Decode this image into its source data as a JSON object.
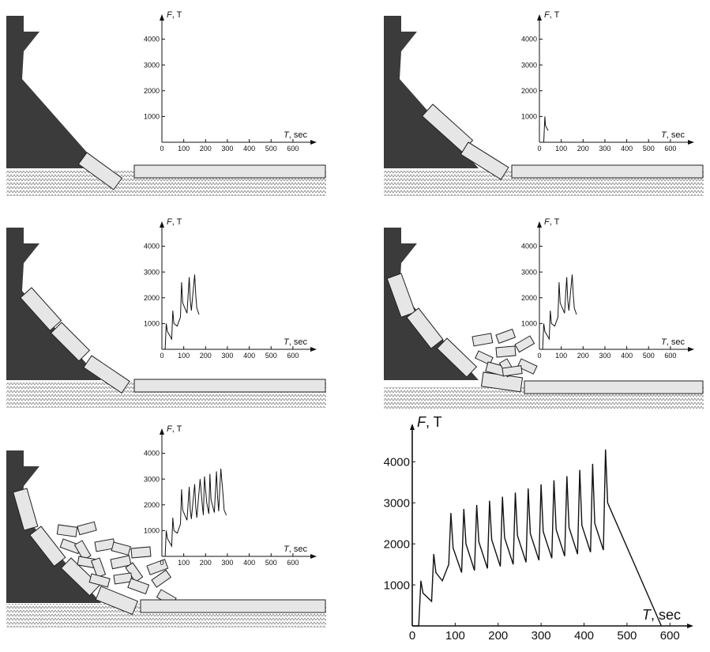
{
  "colors": {
    "wall": "#3b3b3b",
    "ice_fill": "#e6e6e6",
    "ice_stroke": "#222222",
    "plot_line": "#111111",
    "ground_hatch": "#8a8a8a"
  },
  "axis_labels": {
    "y_var": "F",
    "y_unit": ", T",
    "x_var": "T",
    "x_unit": ", sec"
  },
  "chart_data": [
    {
      "type": "line",
      "panel": "top-left",
      "xlim": [
        0,
        680
      ],
      "ylim": [
        0,
        4600
      ],
      "xticks": [
        "0",
        "100",
        "200",
        "300",
        "400",
        "500",
        "600"
      ],
      "yticks": [
        "1000",
        "2000",
        "3000",
        "4000"
      ],
      "series": [
        {
          "x": [],
          "y": []
        }
      ]
    },
    {
      "type": "line",
      "panel": "top-right",
      "xlim": [
        0,
        680
      ],
      "ylim": [
        0,
        4600
      ],
      "xticks": [
        "0",
        "100",
        "200",
        "300",
        "400",
        "500",
        "600"
      ],
      "yticks": [
        "1000",
        "2000",
        "3000",
        "4000"
      ],
      "series": [
        {
          "x": [
            0,
            10,
            20,
            25,
            28,
            40
          ],
          "y": [
            0,
            0,
            0,
            1000,
            650,
            450
          ]
        }
      ]
    },
    {
      "type": "line",
      "panel": "middle-left",
      "xlim": [
        0,
        680
      ],
      "ylim": [
        0,
        4600
      ],
      "xticks": [
        "0",
        "100",
        "200",
        "300",
        "400",
        "500",
        "600"
      ],
      "yticks": [
        "1000",
        "2000",
        "3000",
        "4000"
      ],
      "series": [
        {
          "x": [
            0,
            15,
            20,
            25,
            45,
            50,
            55,
            70,
            85,
            90,
            95,
            115,
            125,
            130,
            135,
            150,
            155,
            160,
            170
          ],
          "y": [
            0,
            0,
            1000,
            700,
            400,
            1500,
            1000,
            900,
            1250,
            2600,
            1800,
            1400,
            2800,
            1900,
            1500,
            2900,
            2100,
            1600,
            1350
          ]
        }
      ]
    },
    {
      "type": "line",
      "panel": "middle-right",
      "xlim": [
        0,
        680
      ],
      "ylim": [
        0,
        4600
      ],
      "xticks": [
        "0",
        "100",
        "200",
        "300",
        "400",
        "500",
        "600"
      ],
      "yticks": [
        "1000",
        "2000",
        "3000",
        "4000"
      ],
      "series": [
        {
          "x": [
            0,
            15,
            20,
            25,
            45,
            50,
            55,
            70,
            85,
            90,
            95,
            115,
            125,
            130,
            135,
            150,
            155,
            160,
            170
          ],
          "y": [
            0,
            0,
            1000,
            700,
            400,
            1500,
            1000,
            900,
            1250,
            2600,
            1800,
            1400,
            2800,
            1900,
            1500,
            2900,
            2100,
            1600,
            1350
          ]
        }
      ]
    },
    {
      "type": "line",
      "panel": "bottom-left",
      "xlim": [
        0,
        680
      ],
      "ylim": [
        0,
        4600
      ],
      "xticks": [
        "0",
        "100",
        "200",
        "300",
        "400",
        "500",
        "600"
      ],
      "yticks": [
        "1000",
        "2000",
        "3000",
        "4000"
      ],
      "series": [
        {
          "x": [
            0,
            15,
            20,
            25,
            45,
            50,
            55,
            70,
            85,
            90,
            95,
            115,
            125,
            130,
            135,
            150,
            155,
            160,
            175,
            185,
            190,
            195,
            205,
            215,
            220,
            225,
            240,
            250,
            255,
            260,
            270,
            280,
            285,
            295
          ],
          "y": [
            0,
            0,
            1000,
            700,
            400,
            1500,
            1000,
            900,
            1250,
            2600,
            1800,
            1400,
            2700,
            1800,
            1450,
            2800,
            1900,
            1500,
            3000,
            2000,
            1600,
            3100,
            2100,
            1650,
            3200,
            2200,
            1700,
            3300,
            2300,
            1750,
            3400,
            2400,
            1800,
            1600
          ]
        }
      ]
    },
    {
      "type": "line",
      "panel": "bottom-right",
      "xlim": [
        0,
        640
      ],
      "ylim": [
        0,
        4700
      ],
      "xticks": [
        "0",
        "100",
        "200",
        "300",
        "400",
        "500",
        "600"
      ],
      "yticks": [
        "1000",
        "2000",
        "3000",
        "4000"
      ],
      "series": [
        {
          "x": [
            0,
            15,
            20,
            25,
            45,
            50,
            55,
            70,
            85,
            90,
            95,
            115,
            120,
            125,
            145,
            150,
            155,
            175,
            180,
            185,
            205,
            210,
            215,
            235,
            240,
            245,
            265,
            270,
            275,
            295,
            300,
            305,
            325,
            330,
            335,
            355,
            360,
            365,
            385,
            390,
            395,
            415,
            420,
            425,
            445,
            450,
            455,
            580
          ],
          "y": [
            0,
            0,
            1100,
            800,
            600,
            1750,
            1300,
            1100,
            1500,
            2750,
            1900,
            1300,
            2850,
            2000,
            1350,
            2950,
            2050,
            1400,
            3050,
            2100,
            1450,
            3150,
            2150,
            1500,
            3250,
            2200,
            1550,
            3350,
            2250,
            1600,
            3450,
            2300,
            1650,
            3550,
            2350,
            1700,
            3650,
            2400,
            1750,
            3800,
            2450,
            1800,
            3950,
            2500,
            1850,
            4300,
            3000,
            0
          ]
        }
      ]
    }
  ]
}
